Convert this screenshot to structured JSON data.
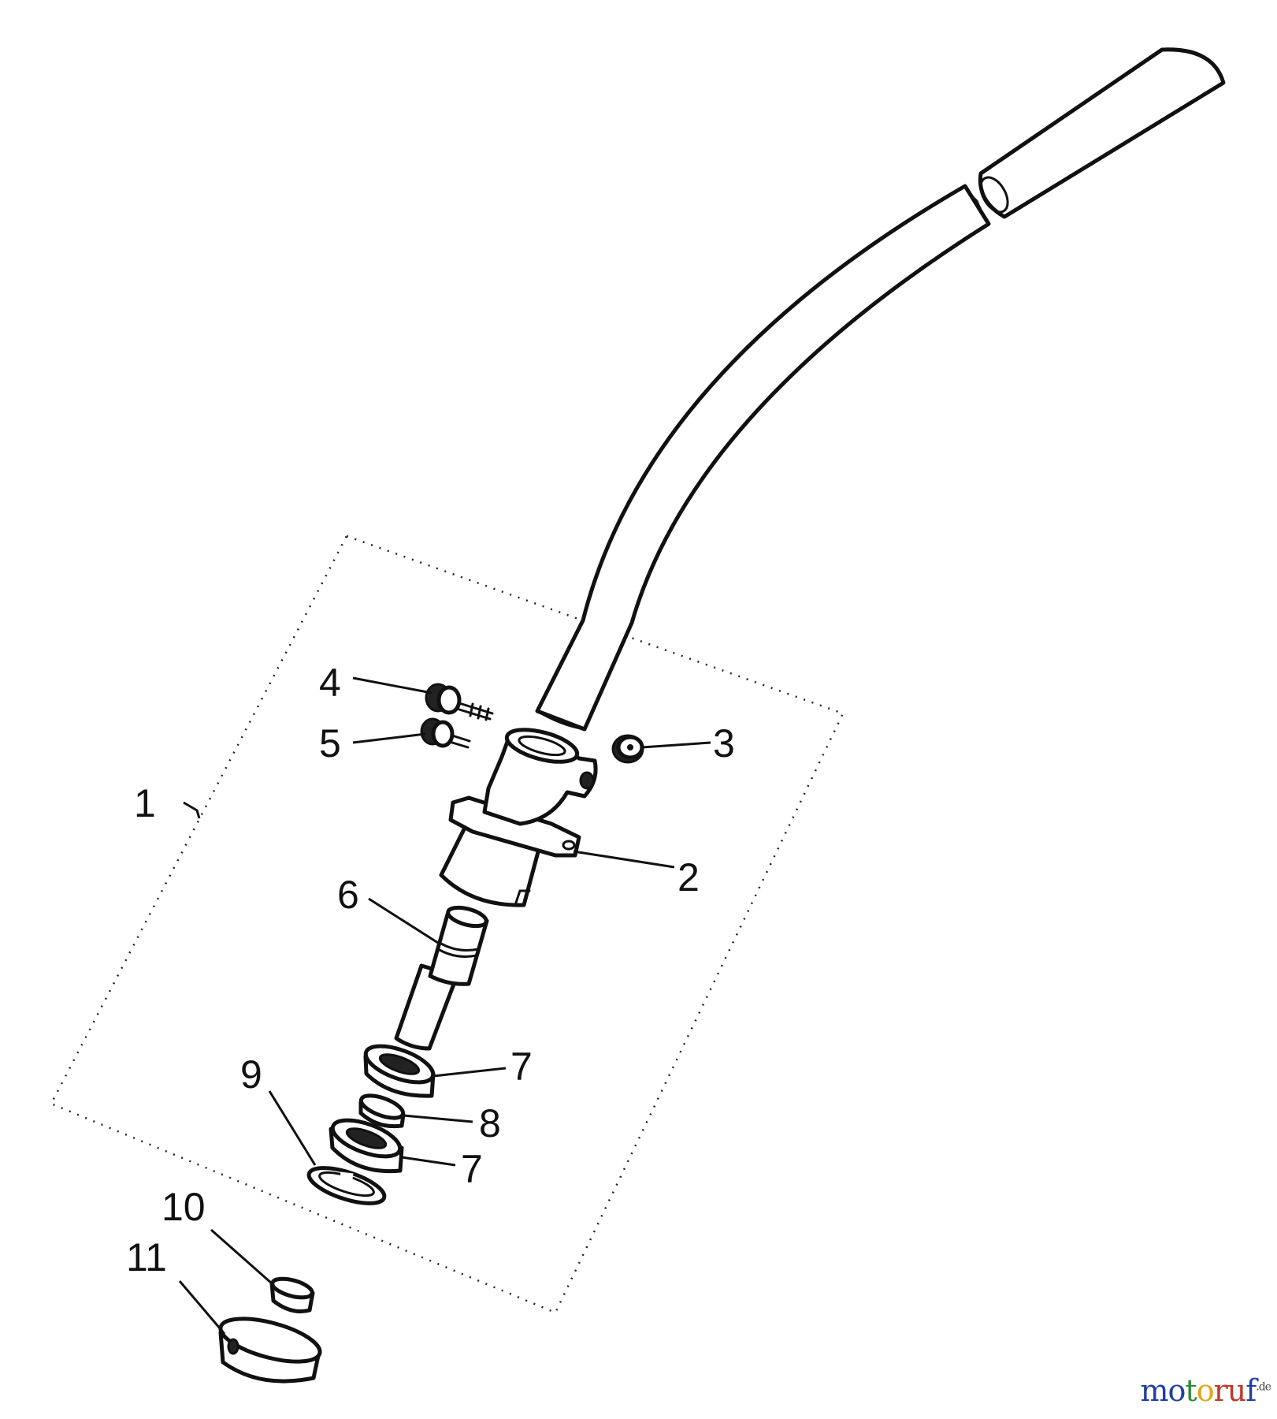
{
  "callouts": [
    "1",
    "2",
    "3",
    "4",
    "5",
    "6",
    "7",
    "7",
    "8",
    "9",
    "10",
    "11"
  ],
  "watermark": {
    "parts": [
      {
        "text": "mo",
        "color": "#1f3fa8"
      },
      {
        "text": "t",
        "color": "#2e8b3a"
      },
      {
        "text": "o",
        "color": "#e8a317"
      },
      {
        "text": "ru",
        "color": "#c0392b"
      },
      {
        "text": "f",
        "color": "#1f3fa8"
      }
    ],
    "tld": ".de"
  }
}
